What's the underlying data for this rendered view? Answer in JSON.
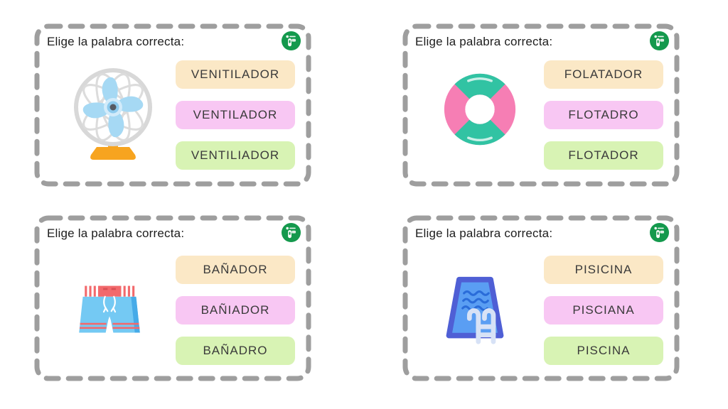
{
  "palette": {
    "dash_gray": "#9e9e9e",
    "option_cream": "#fbe8c6",
    "option_pink": "#f8c7f3",
    "option_green": "#d8f3b4",
    "badge_green": "#14994d",
    "text_dark": "#3a3a3a"
  },
  "icons": {
    "badge": "green-logo-icon",
    "card_images": [
      "fan-icon",
      "lifebuoy-icon",
      "swim-trunks-icon",
      "swimming-pool-icon"
    ]
  },
  "cards": [
    {
      "prompt": "Elige la palabra correcta:",
      "image": "fan",
      "options": [
        {
          "label": "VENITILADOR",
          "bg": "#fbe8c6"
        },
        {
          "label": "VENTILADOR",
          "bg": "#f8c7f3"
        },
        {
          "label": "VENTILIADOR",
          "bg": "#d8f3b4"
        }
      ]
    },
    {
      "prompt": "Elige la palabra correcta:",
      "image": "lifebuoy",
      "options": [
        {
          "label": "FOLATADOR",
          "bg": "#fbe8c6"
        },
        {
          "label": "FLOTADRO",
          "bg": "#f8c7f3"
        },
        {
          "label": "FLOTADOR",
          "bg": "#d8f3b4"
        }
      ]
    },
    {
      "prompt": "Elige la palabra correcta:",
      "image": "swim-trunks",
      "options": [
        {
          "label": "BAÑADOR",
          "bg": "#fbe8c6"
        },
        {
          "label": "BAÑIADOR",
          "bg": "#f8c7f3"
        },
        {
          "label": "BAÑADRO",
          "bg": "#d8f3b4"
        }
      ]
    },
    {
      "prompt": "Elige la palabra correcta:",
      "image": "pool",
      "options": [
        {
          "label": "PISICINA",
          "bg": "#fbe8c6"
        },
        {
          "label": "PISCIANA",
          "bg": "#f8c7f3"
        },
        {
          "label": "PISCINA",
          "bg": "#d8f3b4"
        }
      ]
    }
  ]
}
